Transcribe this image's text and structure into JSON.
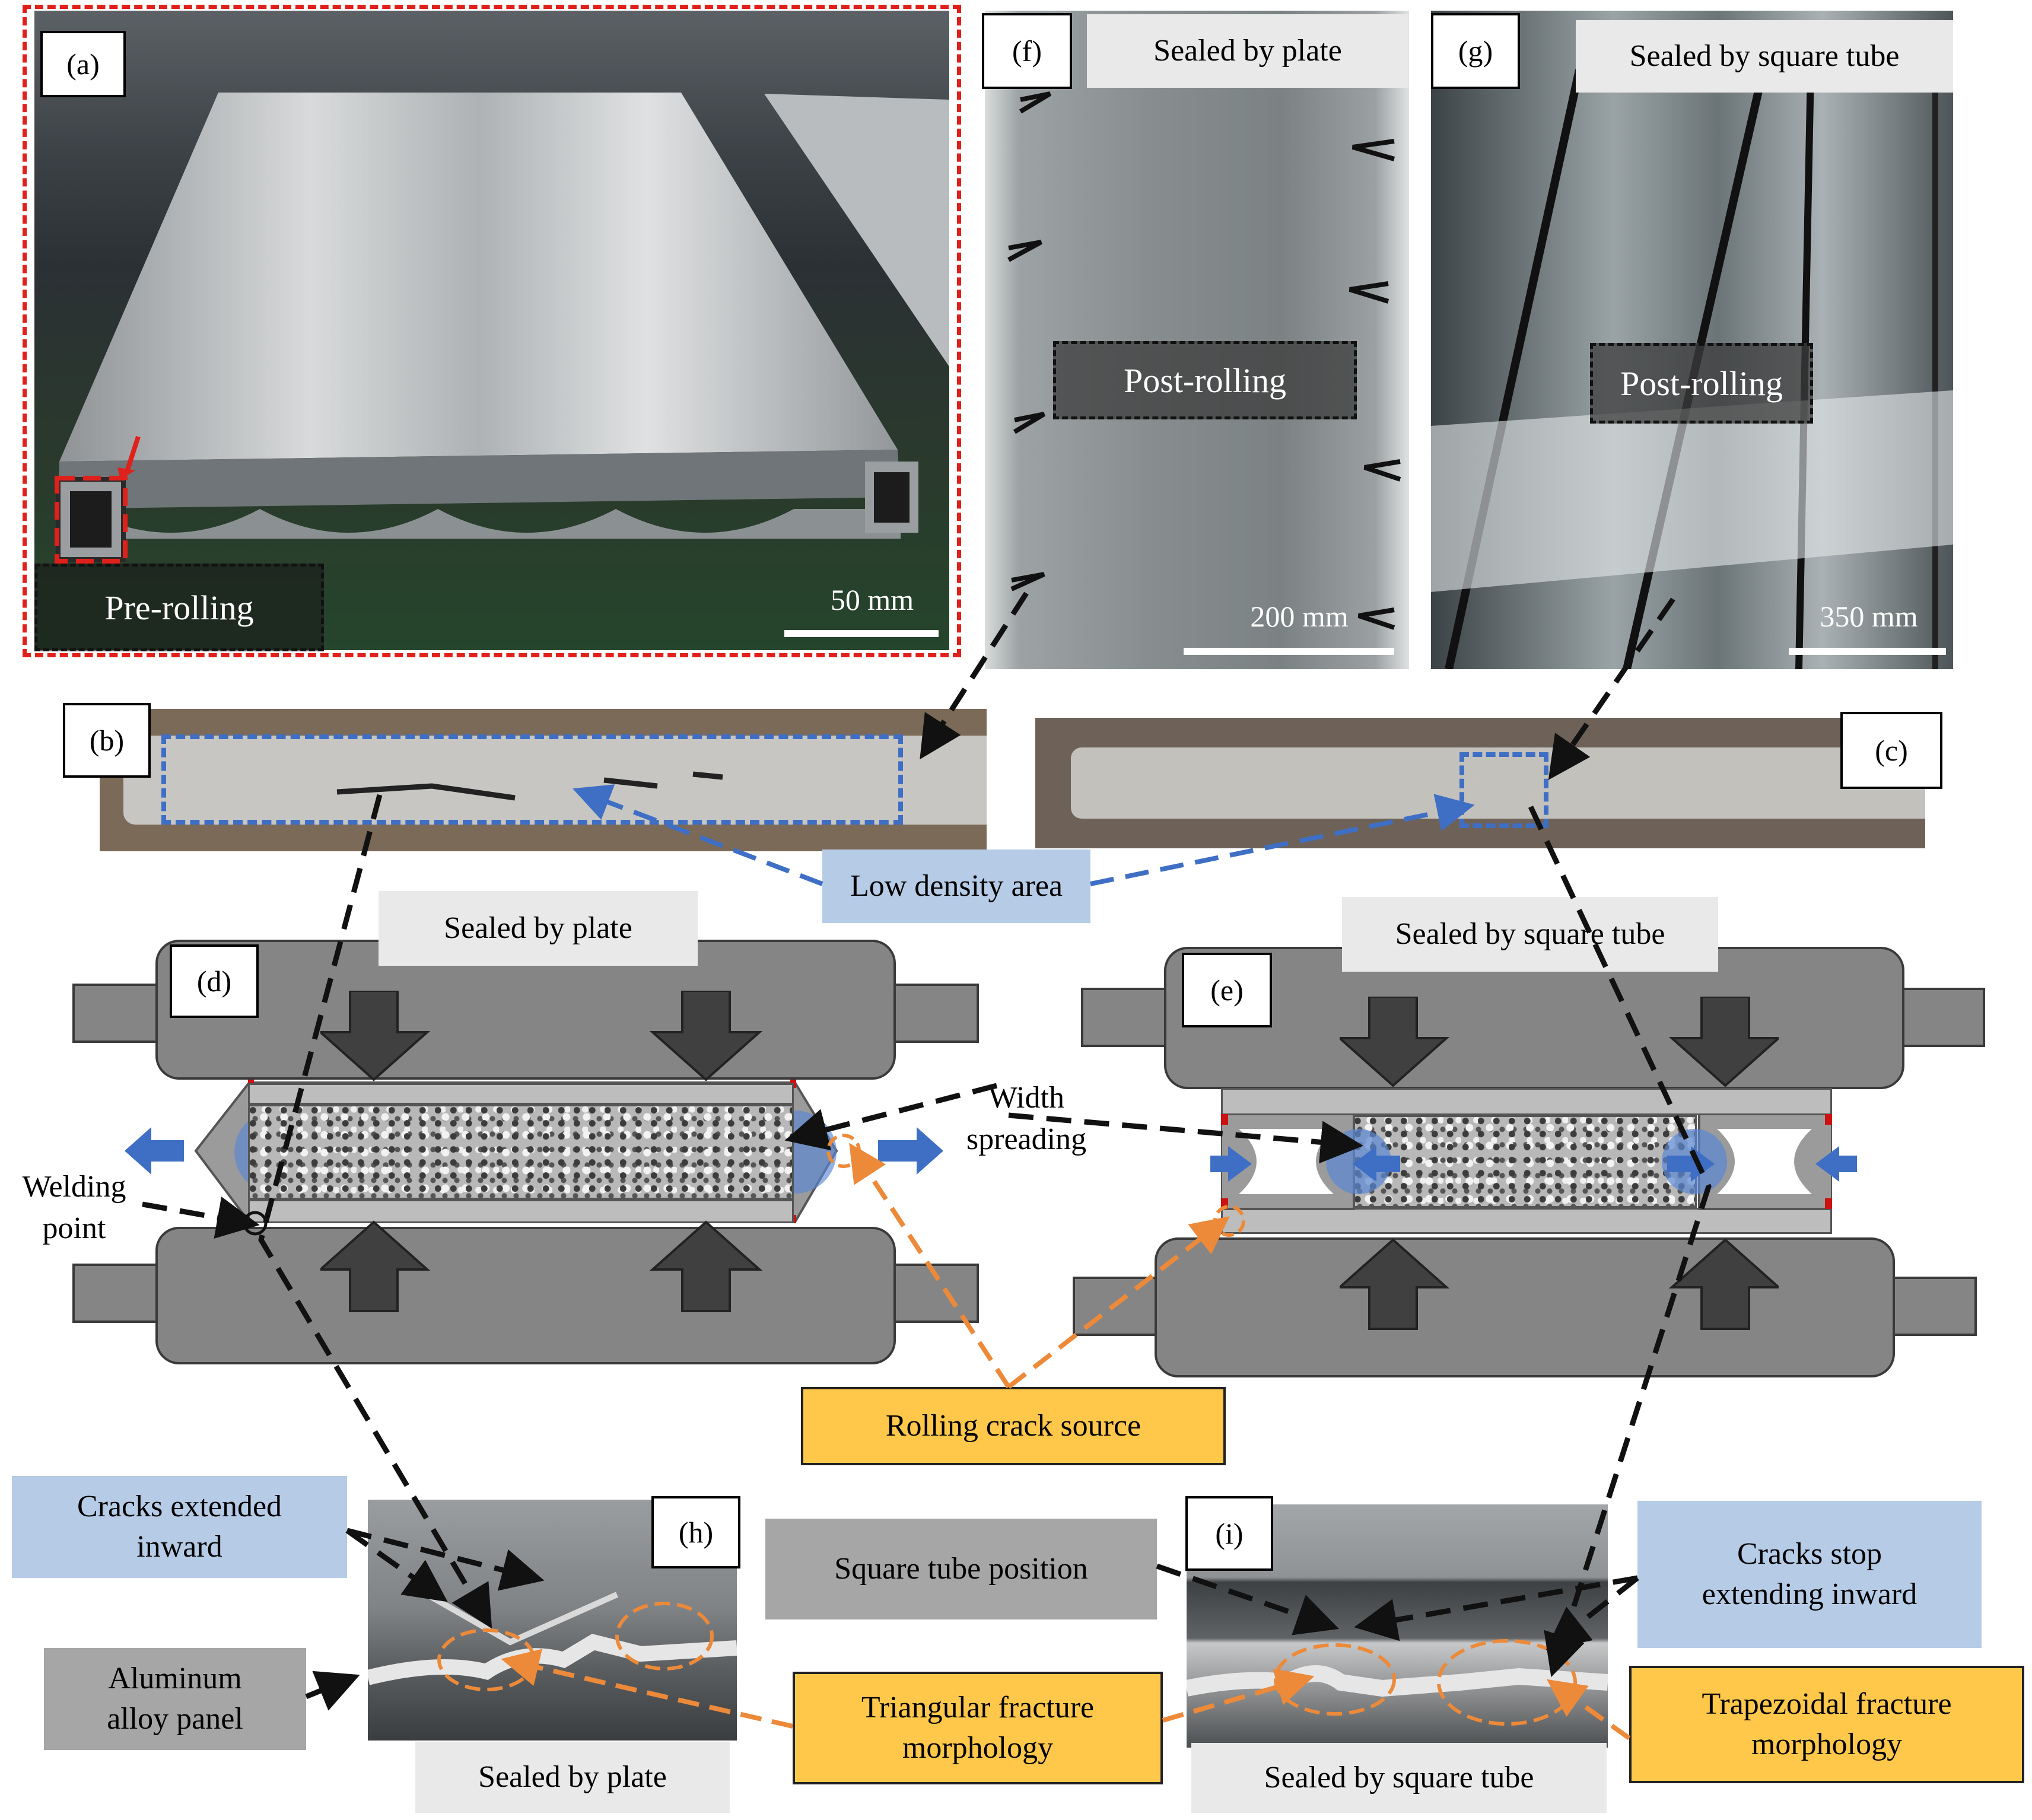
{
  "panels": {
    "a": {
      "label": "(a)",
      "stage": "Pre-rolling",
      "scale": "50 mm"
    },
    "b": {
      "label": "(b)"
    },
    "c": {
      "label": "(c)"
    },
    "d": {
      "label": "(d)",
      "caption": "Sealed by plate"
    },
    "e": {
      "label": "(e)",
      "caption": "Sealed by square tube"
    },
    "f": {
      "label": "(f)",
      "caption": "Sealed by plate",
      "stage": "Post-rolling",
      "scale": "200 mm"
    },
    "g": {
      "label": "(g)",
      "caption": "Sealed by square tube",
      "stage": "Post-rolling",
      "scale": "350 mm"
    },
    "h": {
      "label": "(h)",
      "caption": "Sealed by plate"
    },
    "i": {
      "label": "(i)",
      "caption": "Sealed by square tube"
    }
  },
  "annotations": {
    "low_density": "Low density area",
    "width_spreading": "Width\nspreading",
    "welding_point": "Welding\npoint",
    "rolling_crack_source": "Rolling crack source",
    "cracks_extended": "Cracks extended\ninward",
    "aluminum_panel": "Aluminum\nalloy panel",
    "square_tube_position": "Square tube position",
    "cracks_stop": "Cracks stop\nextending inward",
    "triangular": "Triangular fracture\nmorphology",
    "trapezoidal": "Trapezoidal fracture\nmorphology"
  },
  "colors": {
    "dashed_red": "#e0201b",
    "blue_arrow": "#3f6fc4",
    "orange_dash": "#ec8a3a",
    "label_blue": "#b6cbe6",
    "label_orange": "#ffc84b",
    "label_gray": "#a6a6a6",
    "roller_gray": "#858585"
  }
}
